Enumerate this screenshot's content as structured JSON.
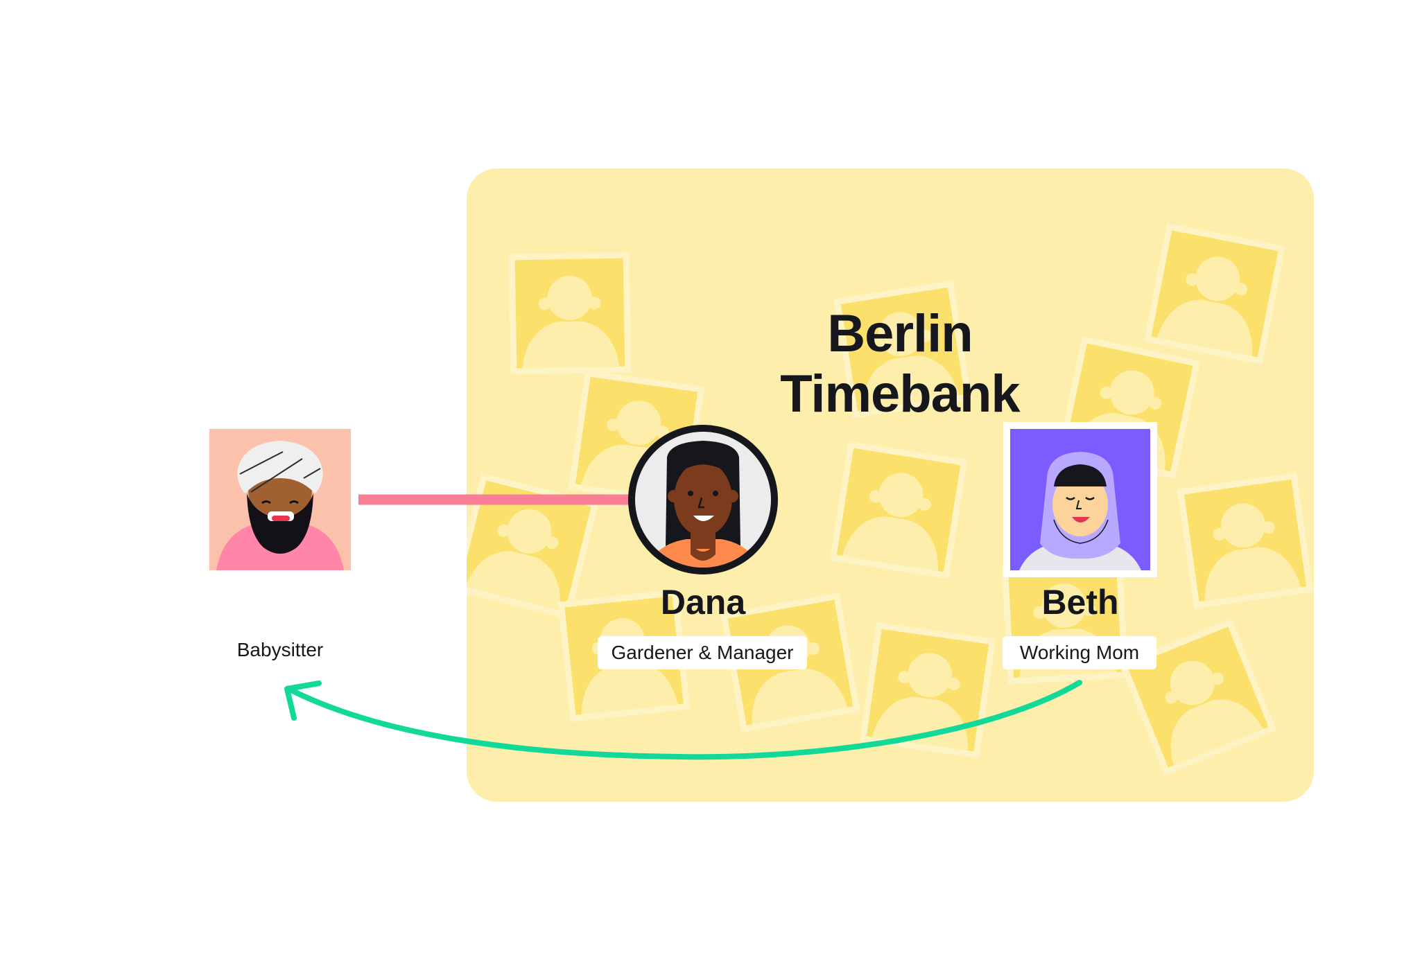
{
  "community": {
    "title": "Berlin Timebank"
  },
  "people": {
    "outside": {
      "role": "Babysitter"
    },
    "dana": {
      "name": "Dana",
      "role": "Gardener & Manager"
    },
    "beth": {
      "name": "Beth",
      "role": "Working Mom"
    }
  },
  "colors": {
    "card_background": "#fdefab",
    "placeholder_photo": "#fbe06b",
    "link_line": "#f77e95",
    "exchange_arrow": "#12d99a",
    "beth_background": "#7b5cff",
    "outside_background": "#fcc1ab"
  },
  "icons": [
    "person-placeholder-icon",
    "avatar-outside",
    "avatar-dana",
    "avatar-beth",
    "curved-arrow-icon"
  ]
}
